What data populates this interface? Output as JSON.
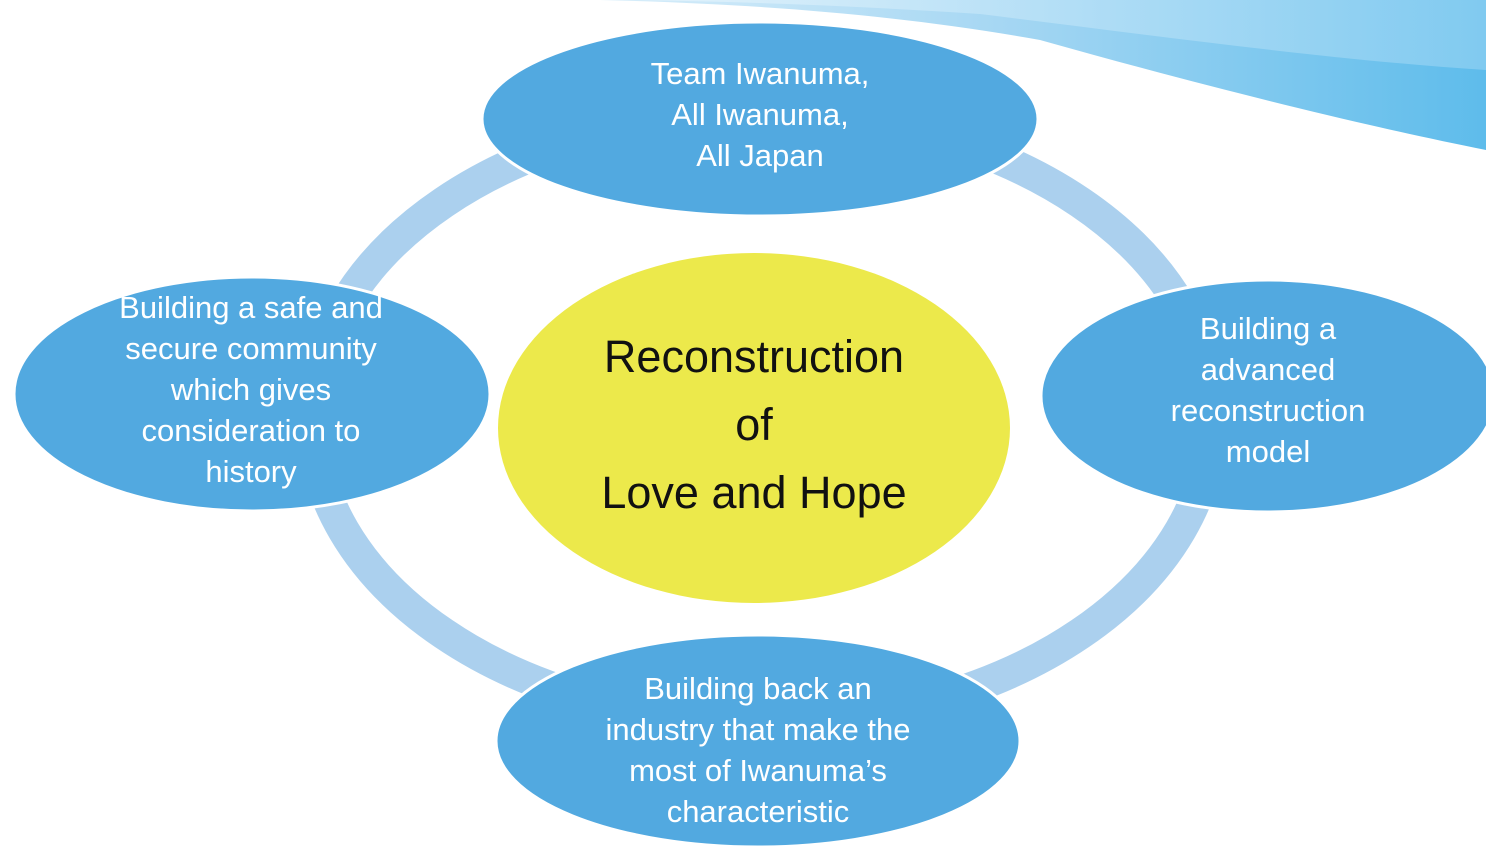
{
  "colors": {
    "ring": "#abd0ee",
    "node_fill": "#52a9e0",
    "node_stroke": "#ffffff",
    "center_fill": "#ece94b",
    "center_text": "#111111",
    "node_text": "#ffffff",
    "wave_light": "#a8d8f4",
    "wave_dark": "#6fc2ec"
  },
  "center": {
    "label": "Reconstruction\nof\nLove and Hope"
  },
  "nodes": [
    {
      "label": "Team Iwanuma,\nAll Iwanuma,\nAll Japan"
    },
    {
      "label": "Building a\nadvanced\nreconstruction\nmodel"
    },
    {
      "label": "Building back  an\nindustry that make the\nmost of Iwanuma’s\ncharacteristic"
    },
    {
      "label": "Building a safe and\nsecure community\nwhich gives\nconsideration to\nhistory"
    }
  ]
}
